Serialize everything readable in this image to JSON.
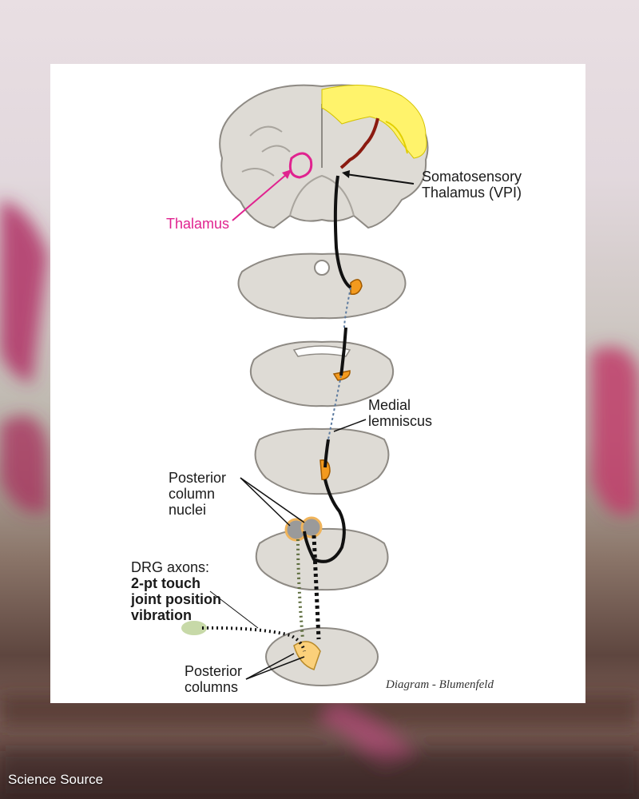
{
  "labels": {
    "somatosensory_thalamus": "Somatosensory\nThalamus (VPI)",
    "thalamus": "Thalamus",
    "medial_lemniscus": "Medial\nlemniscus",
    "posterior_column_nuclei": "Posterior\ncolumn\nnuclei",
    "drg_axons": "DRG axons:",
    "drg_touch": "2-pt touch",
    "drg_joint": "joint position",
    "drg_vibration": "vibration",
    "posterior_columns": "Posterior\ncolumns"
  },
  "diagram_credit": "Diagram - Blumenfeld",
  "photo_credit": "Science Source",
  "colors": {
    "thalamus_label": "#e0238f",
    "cortex_highlight": "#fff36b",
    "nucleus_fill": "#f39a1e",
    "pathway": "#111111",
    "cortical_tract": "#8b1a10",
    "tissue": "#d9d6d0"
  }
}
